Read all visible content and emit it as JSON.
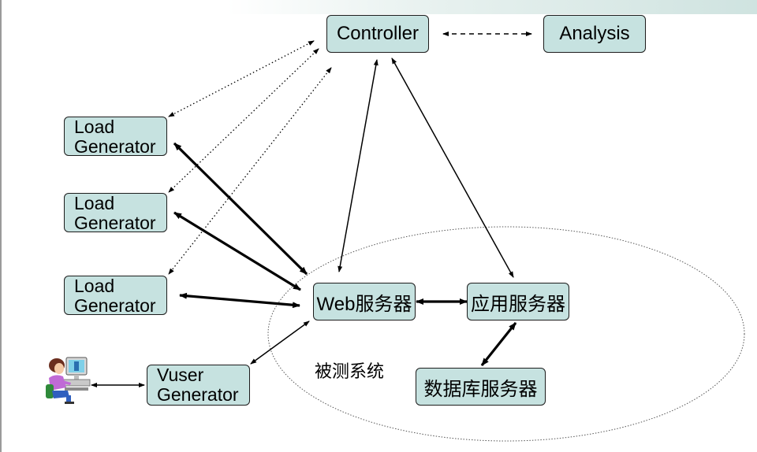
{
  "nodes": {
    "controller": "Controller",
    "analysis": "Analysis",
    "load_generator_1": {
      "line1": "Load",
      "line2": "Generator"
    },
    "load_generator_2": {
      "line1": "Load",
      "line2": "Generator"
    },
    "load_generator_3": {
      "line1": "Load",
      "line2": "Generator"
    },
    "vuser_generator": {
      "line1": "Vuser",
      "line2": "Generator"
    },
    "web_server": "Web服务器",
    "app_server": "应用服务器",
    "db_server": "数据库服务器"
  },
  "system_under_test_label": "被测系统",
  "icons": {
    "user": "user-at-computer-icon"
  },
  "colors": {
    "node_fill": "#c6e2e0",
    "node_border": "#1c1c1c",
    "arrow": "#000000"
  }
}
